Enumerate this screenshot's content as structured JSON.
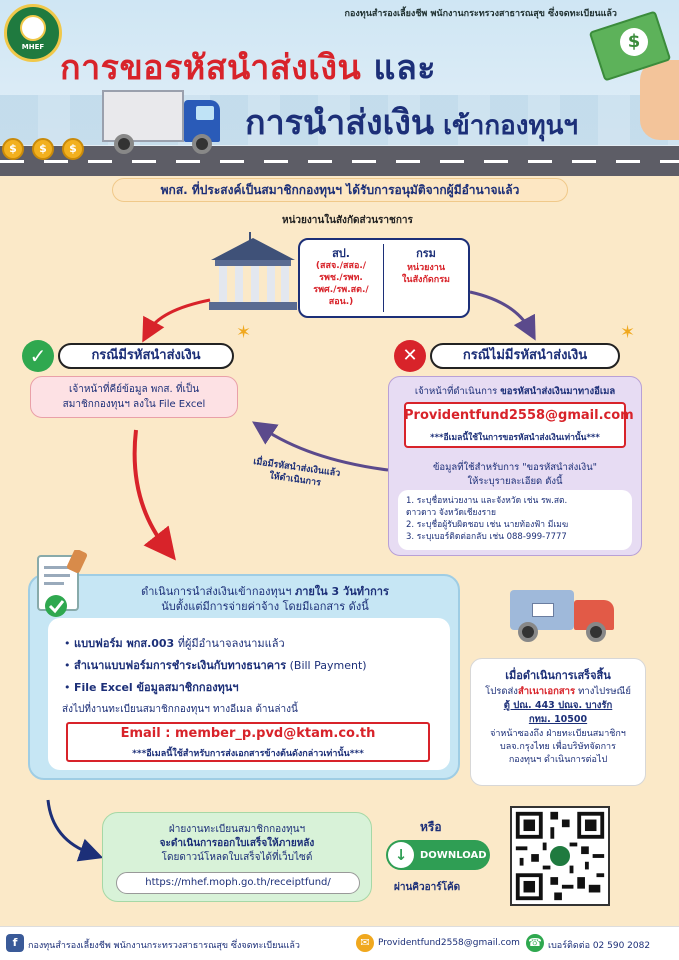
{
  "header": {
    "org_line": "กองทุนสำรองเลี้ยงชีพ พนักงานกระทรวงสาธารณสุข ซึ่งจดทะเบียนแล้ว",
    "logo_text": "MHEF",
    "title_line1_main": "การขอรหัสนำส่งเงิน",
    "title_line1_and": " และ",
    "title_line2_main": "การนำส่งเงิน",
    "title_line2_rest": " เข้ากองทุนฯ",
    "coin_symbol": "$",
    "money_symbol": "$"
  },
  "approval_banner": "พกส. ที่ประสงค์เป็นสมาชิกกองทุนฯ ได้รับการอนุมัติจากผู้มีอำนาจแล้ว",
  "unit": {
    "label": "หน่วยงานในสังกัดส่วนราชการ",
    "col1_head": "สป.",
    "col1_body": "(สสจ./สสอ./\nรพช./รพท.\nรพศ./รพ.สต./\nสอน.)",
    "col2_head": "กรม",
    "col2_body": "หน่วยงาน\nในสังกัดกรม"
  },
  "case_yes": {
    "title": "กรณีมีรหัสนำส่งเงิน",
    "icon": "✓",
    "body_line1": "เจ้าหน้าที่คีย์ข้อมูล พกส. ที่เป็น",
    "body_line2": "สมาชิกกองทุนฯ ลงใน File Excel"
  },
  "case_no": {
    "title": "กรณีไม่มีรหัสนำส่งเงิน",
    "icon": "✕",
    "intro_prefix": "เจ้าหน้าที่ดำเนินการ ",
    "intro_bold": "ขอรหัสนำส่งเงินมาทางอีเมล",
    "email": "Providentfund2558@gmail.com",
    "email_note": "***อีเมลนี้ใช้ในการขอรหัสนำส่งเงินเท่านั้น***",
    "data_line1": "ข้อมูลที่ใช้สำหรับการ \"ขอรหัสนำส่งเงิน\"",
    "data_line2": "ให้ระบุรายละเอียด ดังนี้",
    "list": [
      "1. ระบุชื่อหน่วยงาน และจังหวัด เช่น รพ.สต.\n    ดาวดาว จังหวัดเชียงราย",
      "2. ระบุชื่อผู้รับผิดชอบ เช่น นายท้องฟ้า มีเมฆ",
      "3. ระบุเบอร์ติดต่อกลับ เช่น 088-999-7777"
    ]
  },
  "back_note_line1": "เมื่อมีรหัสนำส่งเงินแล้ว",
  "back_note_line2": "ให้ดำเนินการ",
  "process": {
    "head_line1_prefix": "ดำเนินการนำส่งเงินเข้ากองทุนฯ ",
    "head_line1_bold": "ภายใน 3 วันทำการ",
    "head_line2": "นับตั้งแต่มีการจ่ายค่าจ้าง โดยมีเอกสาร ดังนี้",
    "bullets": [
      {
        "bold": "แบบฟอร์ม พกส.003",
        "rest": " ที่ผู้มีอำนาจลงนามแล้ว"
      },
      {
        "bold": "สำเนาแบบฟอร์มการชำระเงินกับทางธนาคาร",
        "rest": " (Bill Payment)"
      },
      {
        "bold": "File Excel ข้อมูลสมาชิกกองทุนฯ",
        "rest": ""
      }
    ],
    "send_note": "ส่งไปที่งานทะเบียนสมาชิกกองทุนฯ ทางอีเมล ด้านล่างนี้",
    "email": "Email : member_p.pvd@ktam.co.th",
    "email_note": "***อีเมลนี้ใช้สำหรับการส่งเอกสารข้างต้นดังกล่าวเท่านั้น***"
  },
  "finish": {
    "title": "เมื่อดำเนินการเสร็จสิ้น",
    "body_prefix": "โปรดส่ง",
    "body_red": "สำเนาเอกสาร",
    "body_suffix": " ทางไปรษณีย์",
    "addr1": "ตู้ ปณ. 443 ปณจ. บางรัก",
    "addr2": "กทม. 10500",
    "body2": "จ่าหน้าซองถึง ฝ่ายทะเบียนสมาชิกฯ\nบลจ.กรุงไทย เพื่อบริษัทจัดการ\nกองทุนฯ ดำเนินการต่อไป"
  },
  "receipt": {
    "line1": "ฝ่ายงานทะเบียนสมาชิกกองทุนฯ",
    "line2": "จะดำเนินการออกใบเสร็จให้ภายหลัง",
    "line3": "โดยดาวน์โหลดใบเสร็จได้ที่เว็บไซต์",
    "url": "https://mhef.moph.go.th/receiptfund/"
  },
  "download": {
    "or_label": "หรือ",
    "arrow": "↓",
    "label": "DOWNLOAD",
    "qr_label": "ผ่านคิวอาร์โค้ด"
  },
  "footer": {
    "fb_icon": "f",
    "fb_text": "กองทุนสำรองเลี้ยงชีพ พนักงานกระทรวงสาธารณสุข ซึ่งจดทะเบียนแล้ว",
    "mail_icon": "✉",
    "mail_text": "Providentfund2558@gmail.com",
    "phone_icon": "☎",
    "phone_text": "เบอร์ติดต่อ 02 590 2082"
  },
  "colors": {
    "red": "#d8232a",
    "navy": "#1c2f78",
    "green": "#2fa84f",
    "cream": "#fbe9c8"
  }
}
